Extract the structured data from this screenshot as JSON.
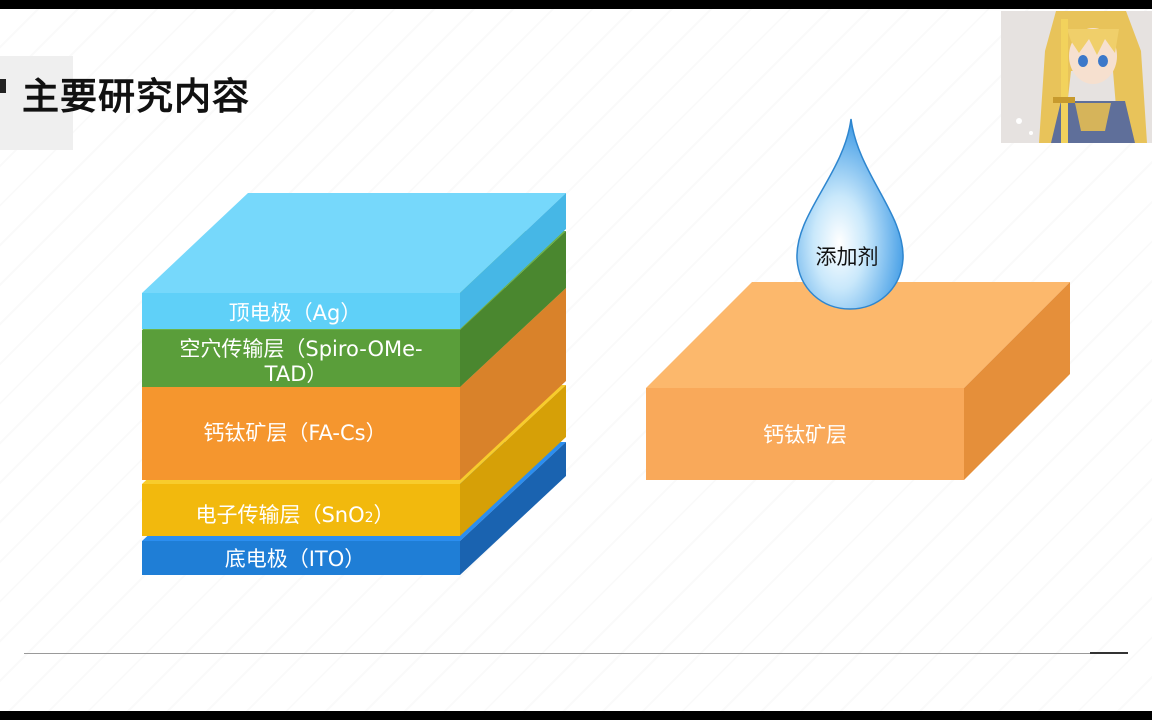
{
  "slide": {
    "title": "主要研究内容"
  },
  "layer_stack": {
    "layers": [
      {
        "label": "顶电极（Ag）",
        "color": "#5fd0f8"
      },
      {
        "label_line1": "空穴传输层（Spiro-OMe-",
        "label_line2": "TAD）",
        "color": "#5a9e3a"
      },
      {
        "label": "钙钛矿层（FA-Cs）",
        "color": "#f5962e"
      },
      {
        "label_prefix": "电子传输层（SnO",
        "label_sub": "2",
        "label_suffix": "）",
        "color": "#f2b90d"
      },
      {
        "label": "底电极（ITO）",
        "color": "#1f7ed6"
      }
    ]
  },
  "treatment": {
    "block_label": "钙钛矿层",
    "drop_label": "添加剂",
    "block_color": "#f9a95a",
    "drop_color": "#3a9ee8"
  },
  "colors": {
    "background": "#ffffff",
    "title_text": "#111111"
  },
  "icons": {
    "avatar": "anime-character-avatar"
  }
}
